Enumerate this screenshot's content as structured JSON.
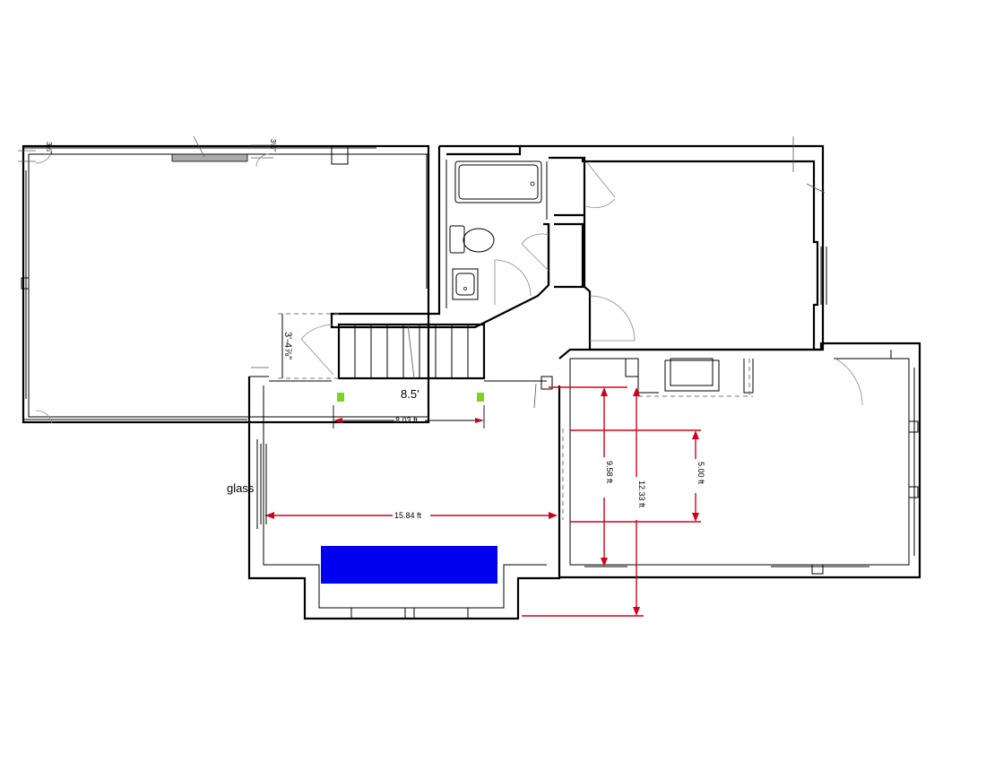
{
  "colors": {
    "wall": "#000000",
    "dimension_red": "#d0021b",
    "marker_green": "#7ed321",
    "blue_block": "#0000ee"
  },
  "labels": {
    "glass": "glass",
    "width_85": "8.5'",
    "dim_803": "8.03 ft",
    "dim_1584": "15.84 ft",
    "dim_958": "9.58 ft",
    "dim_1233": "12.33 ft",
    "dim_500": "5.00 ft",
    "stair_dim": "3'-4⅞\"",
    "corner_dim_left": "3½\"",
    "corner_dim_right": "3½\""
  }
}
